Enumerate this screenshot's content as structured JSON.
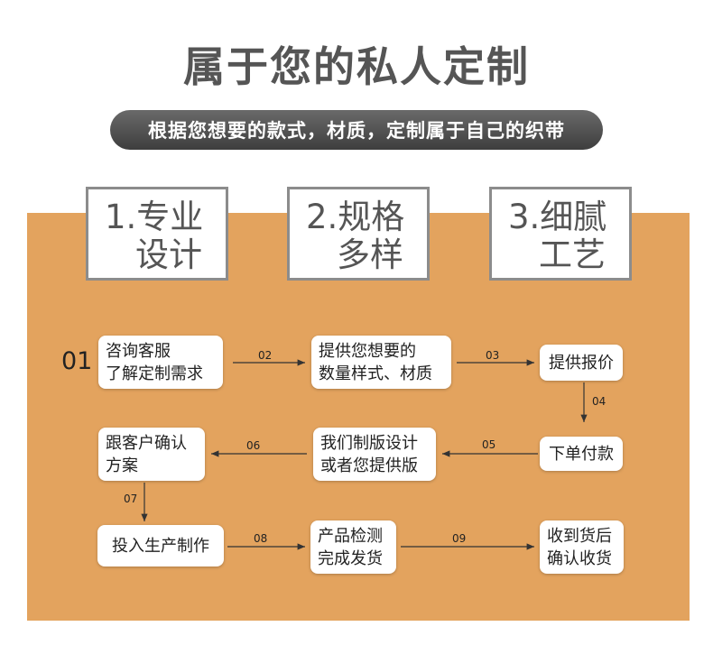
{
  "title": "属于您的私人定制",
  "subtitle": "根据您想要的款式，材质，定制属于自己的织带",
  "features": [
    {
      "line1": "1.专业",
      "line2": "设计"
    },
    {
      "line1": "2.规格",
      "line2": "多样"
    },
    {
      "line1": "3.细腻",
      "line2": "工艺"
    }
  ],
  "start_number": "01",
  "steps": [
    {
      "line1": "咨询客服",
      "line2": "了解定制需求"
    },
    {
      "line1": "提供您想要的",
      "line2": "数量样式、材质"
    },
    {
      "line1": "提供报价",
      "line2": ""
    },
    {
      "line1": "下单付款",
      "line2": ""
    },
    {
      "line1": "我们制版设计",
      "line2": "或者您提供版"
    },
    {
      "line1": "跟客户确认",
      "line2": "方案"
    },
    {
      "line1": "投入生产制作",
      "line2": ""
    },
    {
      "line1": "产品检测",
      "line2": "完成发货"
    },
    {
      "line1": "收到货后",
      "line2": "确认收货"
    }
  ],
  "arrow_labels": [
    "02",
    "03",
    "04",
    "05",
    "06",
    "07",
    "08",
    "09"
  ],
  "colors": {
    "panel": "#e3a35e",
    "title_text": "#555555",
    "pill_dark": "#3e3e3e",
    "box_border": "#8c8c8c"
  }
}
